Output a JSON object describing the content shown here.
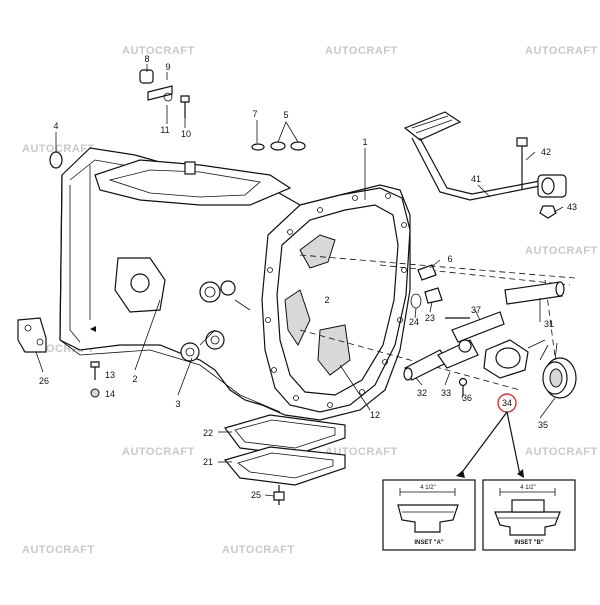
{
  "watermark": {
    "text": "AUTOCRAFT"
  },
  "part_numbers": {
    "p1": "1",
    "p2a": "2",
    "p2b": "2",
    "p3": "3",
    "p4": "4",
    "p5": "5",
    "p6": "6",
    "p7": "7",
    "p8": "8",
    "p9": "9",
    "p10": "10",
    "p11": "11",
    "p12": "12",
    "p13": "13",
    "p14": "14",
    "p21": "21",
    "p22": "22",
    "p23": "23",
    "p24": "24",
    "p25": "25",
    "p26": "26",
    "p31": "31",
    "p32": "32",
    "p33": "33",
    "p34": "34",
    "p35": "35",
    "p36": "36",
    "p37": "37",
    "p41": "41",
    "p42": "42",
    "p43": "43"
  },
  "insets": {
    "a": {
      "label": "INSET \"A\"",
      "dim": "4 1/2\""
    },
    "b": {
      "label": "INSET \"B\"",
      "dim": "4 1/2\""
    }
  },
  "colors": {
    "highlight": "#e03131",
    "line": "#111111",
    "watermark": "#c9c9c9"
  }
}
